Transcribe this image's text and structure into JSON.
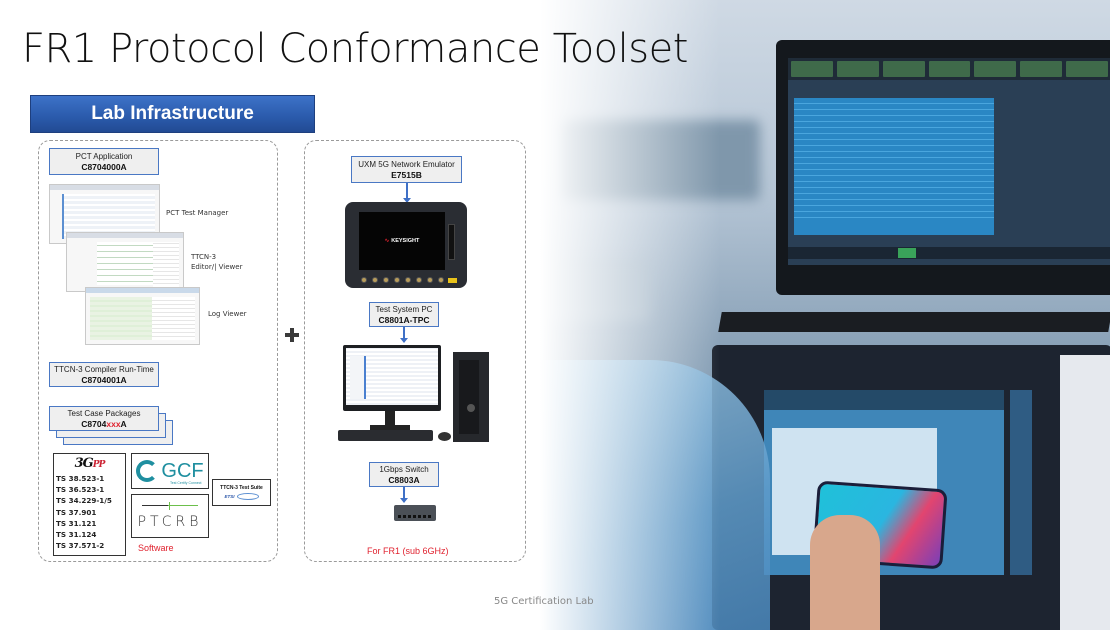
{
  "slide": {
    "title": "FR1 Protocol Conformance Toolset",
    "banner": "Lab Infrastructure",
    "footer": "5G Certification Lab"
  },
  "software": {
    "pct_application": {
      "name": "PCT Application",
      "part": "C8704000A"
    },
    "screenshots": [
      {
        "caption": "PCT Test Manager"
      },
      {
        "caption": "TTCN-3",
        "caption2": "Editor/| Viewer"
      },
      {
        "caption": "Log Viewer"
      }
    ],
    "compiler": {
      "name": "TTCN-3 Compiler Run-Time",
      "part": "C8704001A"
    },
    "test_case_packages": {
      "name": "Test Case Packages",
      "part_prefix": "C8704",
      "part_var": "xxx",
      "part_suffix": "A"
    },
    "threegpp": {
      "logo": "3G",
      "logo_small": "PP",
      "specs": [
        "TS 38.523-1",
        "TS 36.523-1",
        "TS 34.229-1/5",
        "TS 37.901",
        "TS 31.121",
        "TS 31.124",
        "TS 37.571-2"
      ]
    },
    "gcf": {
      "label": "GCF",
      "tagline": "Test Certify Connect"
    },
    "ptcrb": {
      "label": "PTCRB"
    },
    "ttcn_suite": {
      "label": "TTCN-3 Test Suite",
      "etsi": "ETSI"
    },
    "section_label": "Software"
  },
  "hardware": {
    "uxm": {
      "name": "UXM 5G Network Emulator",
      "part": "E7515B",
      "screen_brand": "KEYSIGHT"
    },
    "test_pc": {
      "name": "Test System PC",
      "part": "C8801A-TPC"
    },
    "switch": {
      "name": "1Gbps Switch",
      "part": "C8803A"
    },
    "section_label": "For FR1 (sub 6GHz)"
  },
  "colors": {
    "banner": "#2a5aab",
    "box_border": "#4a78c4",
    "red_label": "#e0222f",
    "gcf": "#1f8fa0"
  }
}
